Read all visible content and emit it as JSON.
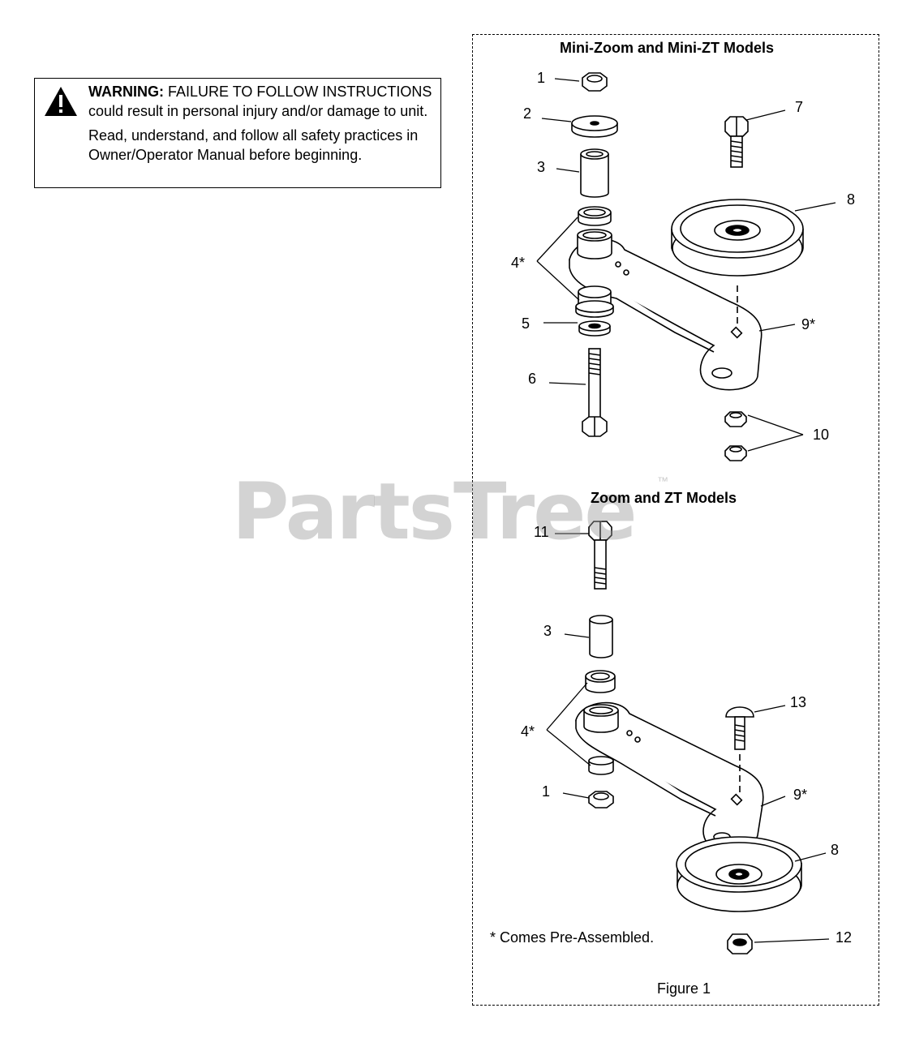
{
  "warning": {
    "heading": "WARNING:",
    "line1_rest": "FAILURE TO FOLLOW INSTRUCTIONS could result in personal injury and/or damage to unit.",
    "line2": "Read, understand, and follow all safety practices in Owner/Operator Manual before beginning."
  },
  "diagram": {
    "top_title": "Mini-Zoom and Mini-ZT Models",
    "bottom_title": "Zoom and ZT Models",
    "footnote": "* Comes Pre-Assembled.",
    "caption": "Figure 1",
    "labels": {
      "t1": "1",
      "t2": "2",
      "t3": "3",
      "t4": "4*",
      "t5": "5",
      "t6": "6",
      "t7": "7",
      "t8": "8",
      "t9": "9*",
      "t10": "10",
      "b11": "11",
      "b3": "3",
      "b4": "4*",
      "b1": "1",
      "b13": "13",
      "b9": "9*",
      "b8": "8",
      "b12": "12"
    }
  },
  "watermark": {
    "text": "PartsTree",
    "tm": "™"
  }
}
